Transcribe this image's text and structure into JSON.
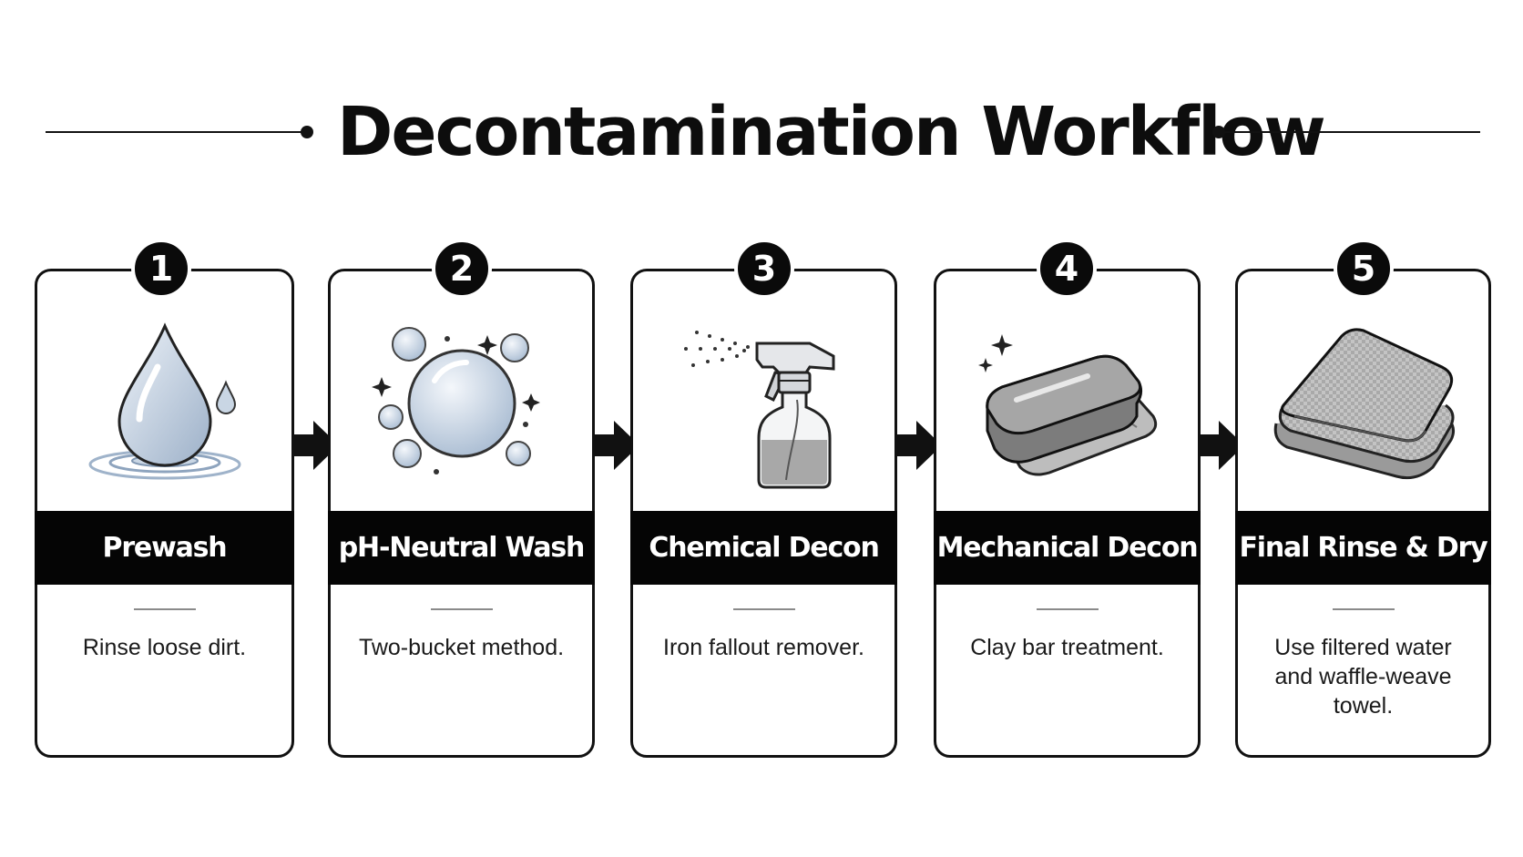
{
  "title": "Decontamination Workflow",
  "steps": [
    {
      "number": "1",
      "label": "Prewash",
      "description": "Rinse loose dirt.",
      "icon": "water-drop-icon"
    },
    {
      "number": "2",
      "label": "pH-Neutral Wash",
      "description": "Two-bucket method.",
      "icon": "soap-bubbles-icon"
    },
    {
      "number": "3",
      "label": "Chemical Decon",
      "description": "Iron fallout remover.",
      "icon": "spray-bottle-icon"
    },
    {
      "number": "4",
      "label": "Mechanical Decon",
      "description": "Clay bar treatment.",
      "icon": "clay-bar-icon"
    },
    {
      "number": "5",
      "label": "Final Rinse & Dry",
      "description": "Use filtered water and waffle-weave towel.",
      "icon": "towel-icon"
    }
  ],
  "colors": {
    "ink": "#111111",
    "band": "#050505",
    "background": "#ffffff",
    "accent": "#9fb6cf"
  }
}
